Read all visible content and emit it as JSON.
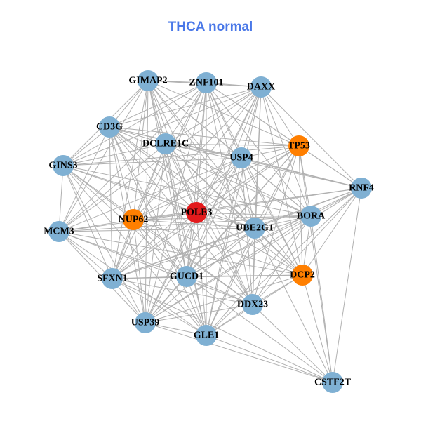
{
  "title": "THCA normal",
  "colors": {
    "title": "#4a78e8",
    "normal": "#7fb0d3",
    "highlight": "#ff7f00",
    "center": "#e31a1c",
    "edge": "#b0b0b0"
  },
  "nodes": [
    {
      "id": "GIMAP2",
      "type": "normal"
    },
    {
      "id": "ZNF101",
      "type": "normal"
    },
    {
      "id": "DAXX",
      "type": "normal"
    },
    {
      "id": "CD3G",
      "type": "normal"
    },
    {
      "id": "DCLRE1C",
      "type": "normal"
    },
    {
      "id": "TP53",
      "type": "highlight"
    },
    {
      "id": "USP4",
      "type": "normal"
    },
    {
      "id": "GINS3",
      "type": "normal"
    },
    {
      "id": "RNF4",
      "type": "normal"
    },
    {
      "id": "POLE3",
      "type": "center"
    },
    {
      "id": "NUP62",
      "type": "highlight"
    },
    {
      "id": "BORA",
      "type": "normal"
    },
    {
      "id": "UBE2G1",
      "type": "normal"
    },
    {
      "id": "MCM3",
      "type": "normal"
    },
    {
      "id": "SFXN1",
      "type": "normal"
    },
    {
      "id": "GUCD1",
      "type": "normal"
    },
    {
      "id": "DCP2",
      "type": "highlight"
    },
    {
      "id": "DDX23",
      "type": "normal"
    },
    {
      "id": "USP39",
      "type": "normal"
    },
    {
      "id": "GLE1",
      "type": "normal"
    },
    {
      "id": "CSTF2T",
      "type": "normal"
    }
  ],
  "cstf2t_neighbors": [
    "RNF4",
    "BORA",
    "DCP2",
    "DDX23",
    "GLE1",
    "USP39",
    "UBE2G1",
    "GUCD1",
    "SFXN1",
    "TP53"
  ]
}
